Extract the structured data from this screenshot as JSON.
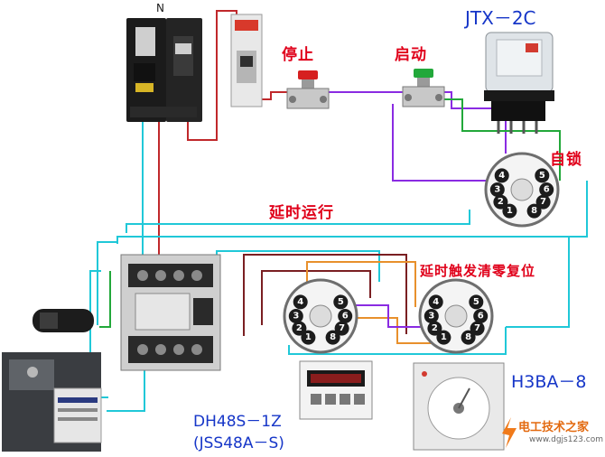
{
  "breaker": {
    "label": "N"
  },
  "relay": {
    "label": "JTX－2C"
  },
  "buttons": {
    "stop_label": "停止",
    "start_label": "启动"
  },
  "notes": {
    "self_lock": "自锁",
    "delay_run": "延时运行",
    "reset": "延时触发清零复位"
  },
  "counter": {
    "model_line1": "DH48S－1Z",
    "model_line2": "(JSS48A－S)"
  },
  "timer": {
    "model": "H3BA－8"
  },
  "socket_pins": [
    "1",
    "2",
    "3",
    "4",
    "5",
    "6",
    "7",
    "8"
  ],
  "watermark": {
    "brand": "电工技术之家",
    "url": "www.dgjs123.com"
  },
  "colors": {
    "wire_cyan": "#20c8d8",
    "wire_red": "#c0282b",
    "wire_purple": "#8a2be2",
    "wire_green": "#22a83a",
    "wire_orange": "#e8902c",
    "wire_maroon": "#7a1f22",
    "label_red": "#e0001a",
    "label_blue": "#1636c8"
  }
}
